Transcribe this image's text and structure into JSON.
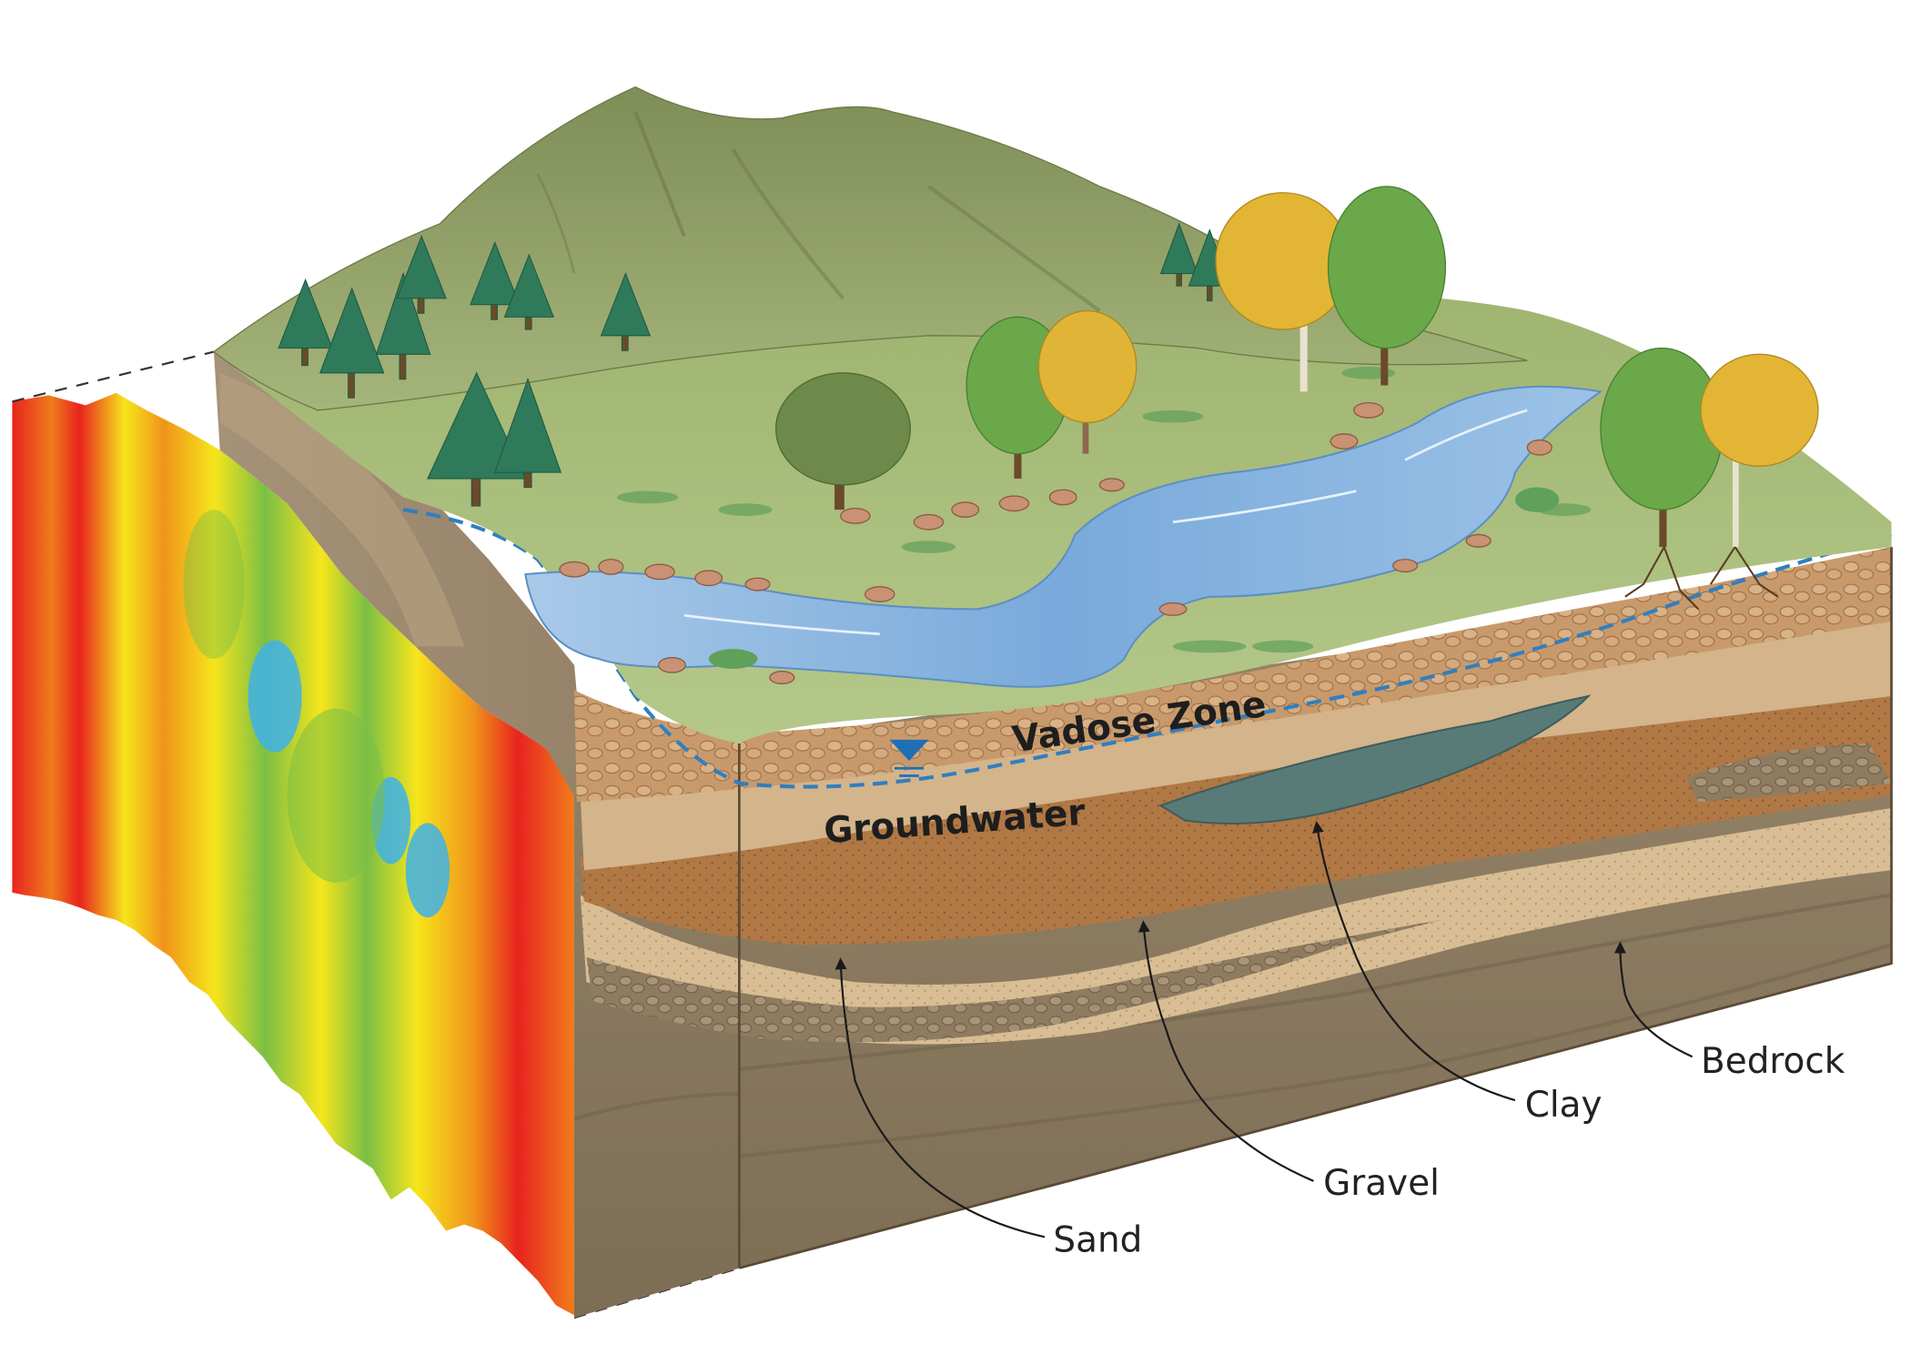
{
  "labels": {
    "vadose_zone": "Vadose Zone",
    "groundwater": "Groundwater",
    "sand": "Sand",
    "gravel": "Gravel",
    "clay": "Clay",
    "bedrock": "Bedrock"
  },
  "colors": {
    "mountain": "#8c9a63",
    "meadow": "#9fb870",
    "river": "#7fb0dc",
    "water_table_line": "#2f7fc0",
    "soil_top": "#c79a6c",
    "soil_brown": "#a8703f",
    "sand": "#d8b98f",
    "gravel": "#9d8a6c",
    "clay": "#557a78",
    "bedrock": "#8e7d63",
    "section_red": "#e8231e",
    "section_yellow": "#f6e51b",
    "section_green": "#7bbf45",
    "section_blue": "#3fb2e8"
  },
  "icons": {
    "water_table_marker": "inverted-triangle-icon"
  }
}
